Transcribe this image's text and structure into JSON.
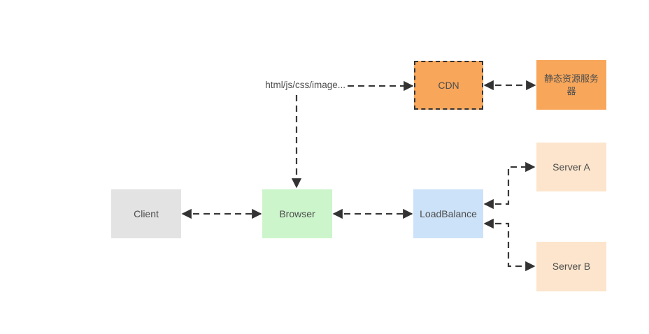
{
  "diagram": {
    "nodes": {
      "client": {
        "label": "Client",
        "fill": "#e3e3e3"
      },
      "browser": {
        "label": "Browser",
        "fill": "#ccf5cb"
      },
      "loadbalance": {
        "label": "LoadBalance",
        "fill": "#cce2f8"
      },
      "cdn": {
        "label": "CDN",
        "fill": "#f8a65a"
      },
      "static_server": {
        "label": "静态资源服务器",
        "fill": "#f8a65a"
      },
      "server_a": {
        "label": "Server A",
        "fill": "#fce5cc"
      },
      "server_b": {
        "label": "Server B",
        "fill": "#fce5cc"
      }
    },
    "edge_label": "html/js/css/image...",
    "edges": [
      {
        "from": "client",
        "to": "browser",
        "style": "dashed",
        "arrows": "both"
      },
      {
        "from": "browser",
        "to": "loadbalance",
        "style": "dashed",
        "arrows": "both"
      },
      {
        "from": "cdn",
        "to": "static_server",
        "style": "dashed",
        "arrows": "both"
      },
      {
        "from": "loadbalance",
        "to": "server_a",
        "style": "dashed",
        "arrows": "both"
      },
      {
        "from": "loadbalance",
        "to": "server_b",
        "style": "dashed",
        "arrows": "both"
      },
      {
        "from": "edge_label",
        "to": "cdn",
        "style": "dashed",
        "arrows": "end"
      },
      {
        "from": "edge_label",
        "to": "browser",
        "style": "dashed",
        "arrows": "end"
      }
    ],
    "colors": {
      "background": "#ffffff",
      "line": "#383838",
      "arrow": "#333333",
      "text": "#4d4d4d"
    }
  }
}
